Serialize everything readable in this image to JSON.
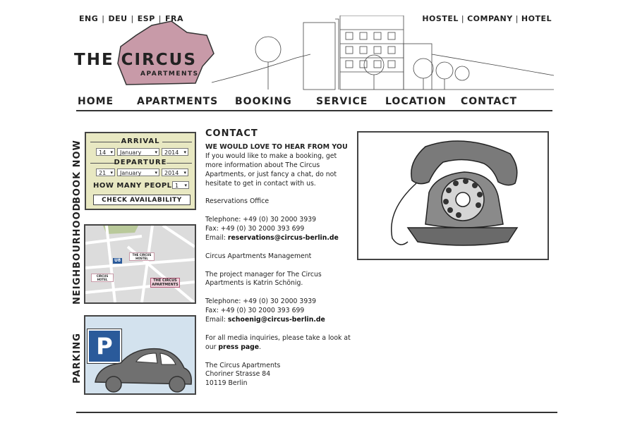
{
  "languages": [
    "ENG",
    "DEU",
    "ESP",
    "FRA"
  ],
  "sites": [
    "HOSTEL",
    "COMPANY",
    "HOTEL"
  ],
  "logo": {
    "line1": "THE CIRCUS",
    "line2": "APARTMENTS"
  },
  "nav": [
    "HOME",
    "APARTMENTS",
    "BOOKING",
    "SERVICE",
    "LOCATION",
    "CONTACT"
  ],
  "sidebar": {
    "book_now_label": "BOOK NOW",
    "neighbourhood_label": "NEIGHBOURHOOD",
    "parking_label": "PARKING",
    "booking": {
      "arrival_label": "ARRIVAL",
      "departure_label": "DEPARTURE",
      "arrival": {
        "day": "14",
        "month": "January",
        "year": "2014"
      },
      "departure": {
        "day": "21",
        "month": "January",
        "year": "2014"
      },
      "people_label": "HOW MANY PEOPLE?",
      "people_value": "1",
      "check_button": "CHECK AVAILABILITY"
    },
    "map": {
      "label_hostel1": "THE CIRCUS HOSTEL",
      "label_hostel2": "CIRCUS HOTEL",
      "label_apartments": "THE CIRCUS APARTMENTS",
      "ubahn": "U8"
    },
    "parking_sign": "P"
  },
  "content": {
    "title": "CONTACT",
    "subtitle": "WE WOULD LOVE TO HEAR FROM YOU",
    "intro": "If you would like to make a booking, get more information about The Circus Apartments, or just fancy a chat, do not hesitate to get in contact with us.",
    "reservations_heading": "Reservations Office",
    "res_phone": "Telephone: +49 (0) 30 2000 3939",
    "res_fax": "Fax: +49 (0) 30 2000 393 699",
    "res_email_label": "Email: ",
    "res_email": "reservations@circus-berlin.de",
    "mgmt_heading": "Circus Apartments Management",
    "mgmt_text": "The project manager for The Circus Apartments is Katrin Schönig.",
    "mgmt_phone": "Telephone: +49 (0) 30 2000 3939",
    "mgmt_fax": "Fax: +49 (0) 30 2000 393 699",
    "mgmt_email_label": "Email: ",
    "mgmt_email": "schoenig@circus-berlin.de",
    "media_text": "For all media inquiries, please take a look at our ",
    "press_link": "press page",
    "media_end": ".",
    "address_name": "The Circus Apartments",
    "address_street": "Choriner Strasse 84",
    "address_city": "10119 Berlin"
  },
  "colors": {
    "logo_pink": "#c89aa8",
    "booking_bg": "#e8e8c2",
    "parking_sign": "#2a5a9a",
    "sky": "#d3e2ee"
  }
}
